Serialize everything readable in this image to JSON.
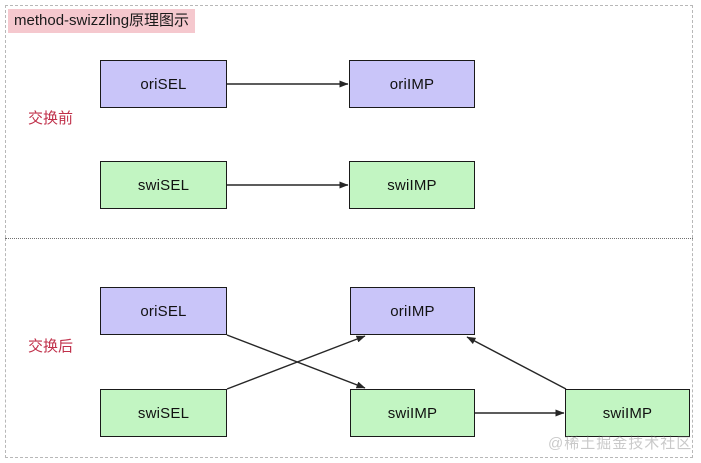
{
  "title": "method-swizzling原理图示",
  "watermark": "@稀土掘金技术社区",
  "colors": {
    "title_highlight": "#f5c8ce",
    "section_label": "#c0304a",
    "node_purple": "#c9c5f9",
    "node_green": "#c2f5c2",
    "node_border": "#1a1a1a",
    "edge": "#262626",
    "frame_dashed": "#b8b8b8",
    "divider_dotted": "#707070"
  },
  "sections": [
    {
      "key": "before",
      "label": "交换前",
      "nodes": [
        {
          "id": "before-orisel",
          "label": "oriSEL",
          "kind": "sel-ori"
        },
        {
          "id": "before-oriimp",
          "label": "oriIMP",
          "kind": "imp-ori"
        },
        {
          "id": "before-swisel",
          "label": "swiSEL",
          "kind": "sel-swi"
        },
        {
          "id": "before-swiimp",
          "label": "swiIMP",
          "kind": "imp-swi"
        }
      ],
      "edges": [
        {
          "from": "before-orisel",
          "to": "before-oriimp"
        },
        {
          "from": "before-swisel",
          "to": "before-swiimp"
        }
      ]
    },
    {
      "key": "after",
      "label": "交换后",
      "nodes": [
        {
          "id": "after-orisel",
          "label": "oriSEL",
          "kind": "sel-ori"
        },
        {
          "id": "after-oriimp",
          "label": "oriIMP",
          "kind": "imp-ori"
        },
        {
          "id": "after-swisel",
          "label": "swiSEL",
          "kind": "sel-swi"
        },
        {
          "id": "after-swiimp",
          "label": "swiIMP",
          "kind": "imp-swi"
        },
        {
          "id": "after-swiimp2",
          "label": "swiIMP",
          "kind": "imp-swi"
        }
      ],
      "edges": [
        {
          "from": "after-orisel",
          "to": "after-swiimp"
        },
        {
          "from": "after-swisel",
          "to": "after-oriimp"
        },
        {
          "from": "after-swiimp",
          "to": "after-swiimp2"
        },
        {
          "from": "after-swiimp2",
          "to": "after-oriimp"
        }
      ]
    }
  ]
}
